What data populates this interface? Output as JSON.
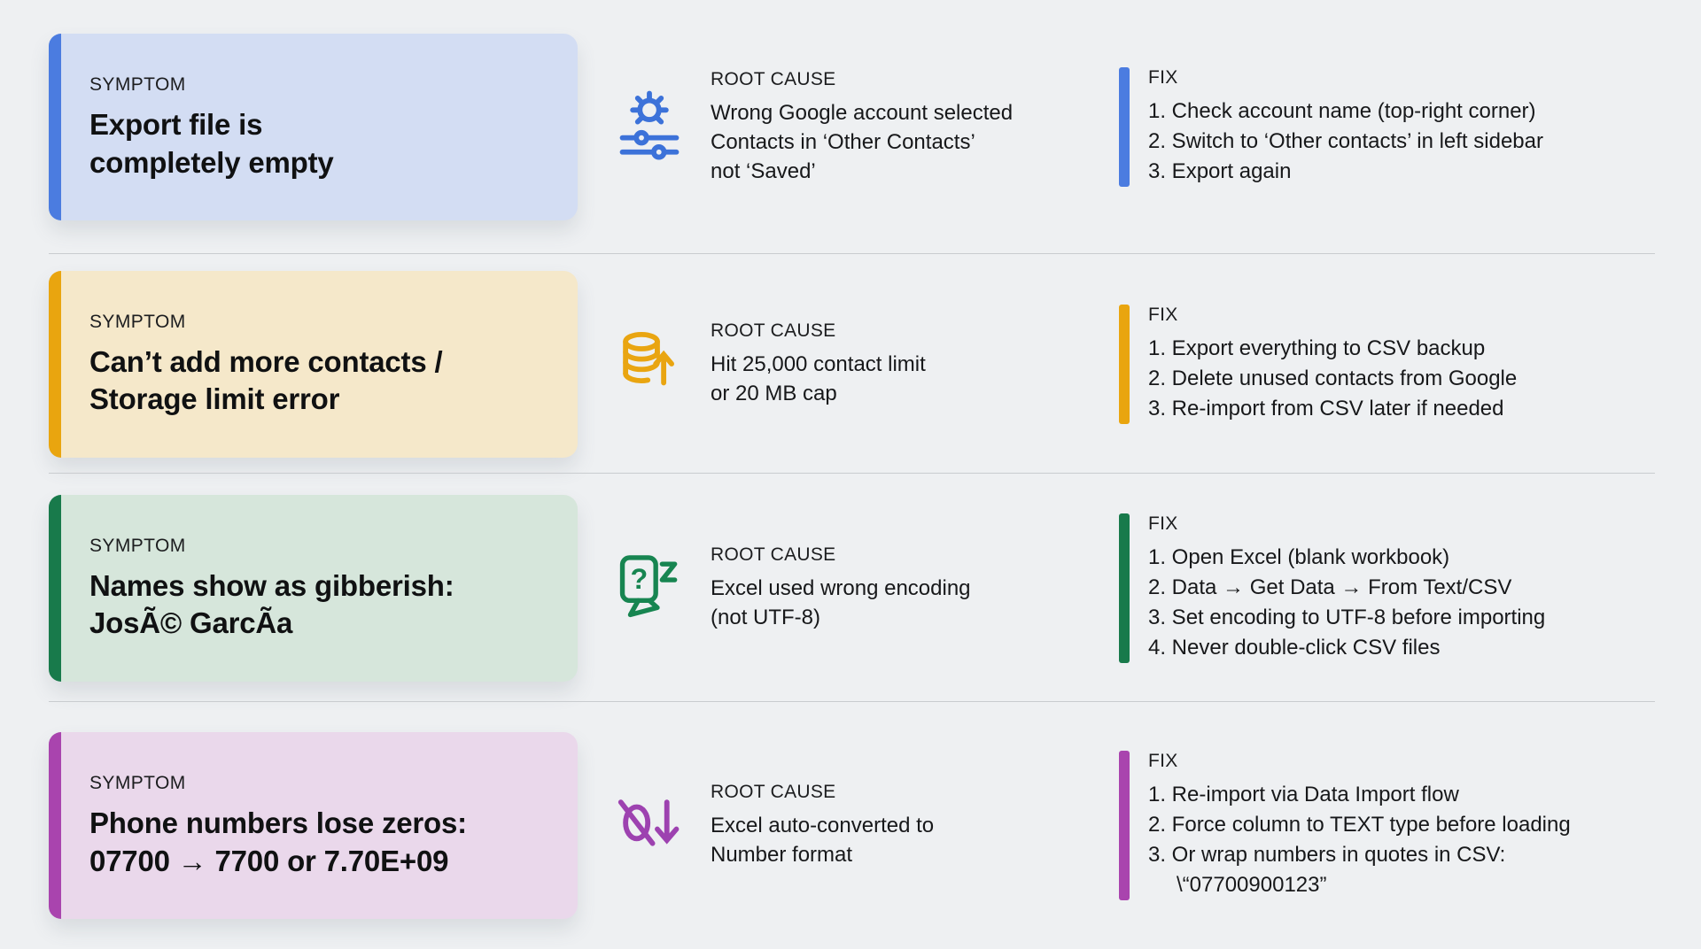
{
  "page": {
    "background": "#eef0f2",
    "divider_color": "#c9cccf",
    "text_color": "#141517"
  },
  "labels": {
    "symptom": "SYMPTOM",
    "root_cause": "ROOT CAUSE",
    "fix": "FIX"
  },
  "rows": [
    {
      "id": "export-empty",
      "icon": "gear-sliders-icon",
      "colors": {
        "accent": "#4b7ce0",
        "card_bg": "#d3ddf3",
        "icon": "#3c72d9"
      },
      "symptom_lines": [
        "Export file is",
        "completely empty"
      ],
      "root_cause_lines": [
        "Wrong Google account selected",
        "Contacts in ‘Other Contacts’",
        "not ‘Saved’"
      ],
      "fix_steps": [
        "1. Check account name (top-right corner)",
        "2. Switch to ‘Other contacts’ in left sidebar",
        "3. Export again"
      ]
    },
    {
      "id": "storage-limit",
      "icon": "database-upload-icon",
      "colors": {
        "accent": "#e9a50f",
        "card_bg": "#f5e8ca",
        "icon": "#e9a511"
      },
      "symptom_lines": [
        "Can’t add more contacts /",
        "Storage limit error"
      ],
      "root_cause_lines": [
        "Hit 25,000 contact limit",
        "or 20 MB cap"
      ],
      "fix_steps": [
        "1. Export everything to CSV backup",
        "2. Delete unused contacts from Google",
        "3. Re-import from CSV later if needed"
      ]
    },
    {
      "id": "gibberish-names",
      "icon": "garbled-text-icon",
      "colors": {
        "accent": "#187a4b",
        "card_bg": "#d6e6db",
        "icon": "#178551"
      },
      "symptom_lines": [
        "Names show as gibberish:",
        "JosÃ© GarcÃ­a"
      ],
      "root_cause_lines": [
        "Excel used wrong encoding",
        "(not UTF-8)"
      ],
      "fix_steps": [
        "1. Open Excel (blank workbook)",
        "2. Data → Get Data → From Text/CSV",
        "3. Set encoding to UTF-8 before importing",
        "4. Never double-click CSV files"
      ]
    },
    {
      "id": "lost-zeros",
      "icon": "leading-zero-lost-icon",
      "colors": {
        "accent": "#a944ae",
        "card_bg": "#ead8eb",
        "icon": "#9d42b0"
      },
      "symptom_lines": [
        "Phone numbers lose zeros:",
        "07700 → 7700 or 7.70E+09"
      ],
      "root_cause_lines": [
        "Excel auto-converted to",
        "Number format"
      ],
      "fix_steps": [
        "1. Re-import via Data Import flow",
        "2. Force column to TEXT type before loading",
        "3. Or wrap numbers in quotes in CSV:",
        "\\“07700900123”"
      ]
    }
  ]
}
